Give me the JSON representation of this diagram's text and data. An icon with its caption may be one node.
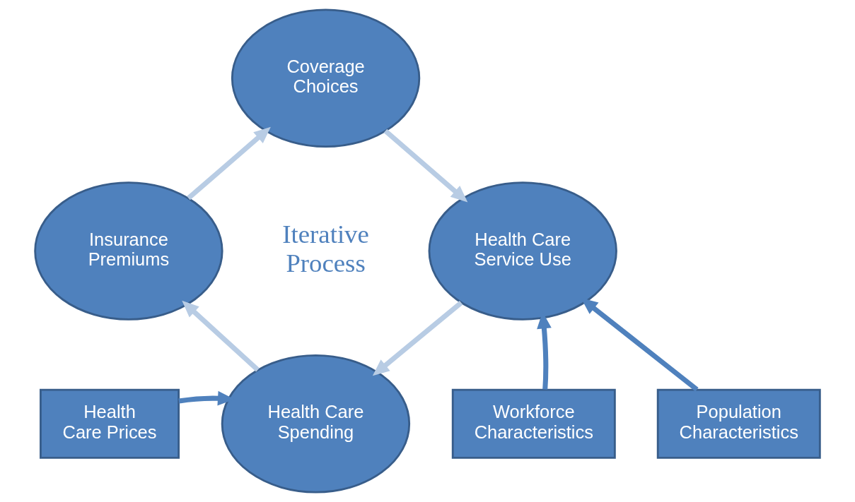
{
  "diagram": {
    "nodes": [
      {
        "text": [
          "Coverage Choices"
        ]
      },
      {
        "text": [
          "Insurance Premiums"
        ]
      },
      {
        "text": [
          "Health Care Service Use"
        ]
      },
      {
        "text": [
          "Health Care Spending"
        ]
      },
      {
        "text": [
          "Population Characteristics"
        ]
      },
      {
        "text": [
          "Health Care Prices"
        ]
      },
      {
        "text": [
          "Workforce Characteristics"
        ]
      }
    ],
    "edges": [
      {
        "from": 1,
        "to": 0,
        "arrow": "to"
      },
      {
        "from": 0,
        "to": 2,
        "arrow": "to"
      },
      {
        "from": 2,
        "to": 3,
        "arrow": "to"
      },
      {
        "from": 3,
        "to": 1,
        "arrow": "to"
      },
      {
        "from": 4,
        "to": 2,
        "arrow": "to",
        "color": "#4f81bd"
      },
      {
        "from": 6,
        "to": 2,
        "arrow": "to",
        "color": "#4f81bd"
      },
      {
        "from": 5,
        "to": 3,
        "arrow": "to",
        "color": "#4f81bd"
      }
    ],
    "labels": [
      "Iterative Process"
    ]
  }
}
